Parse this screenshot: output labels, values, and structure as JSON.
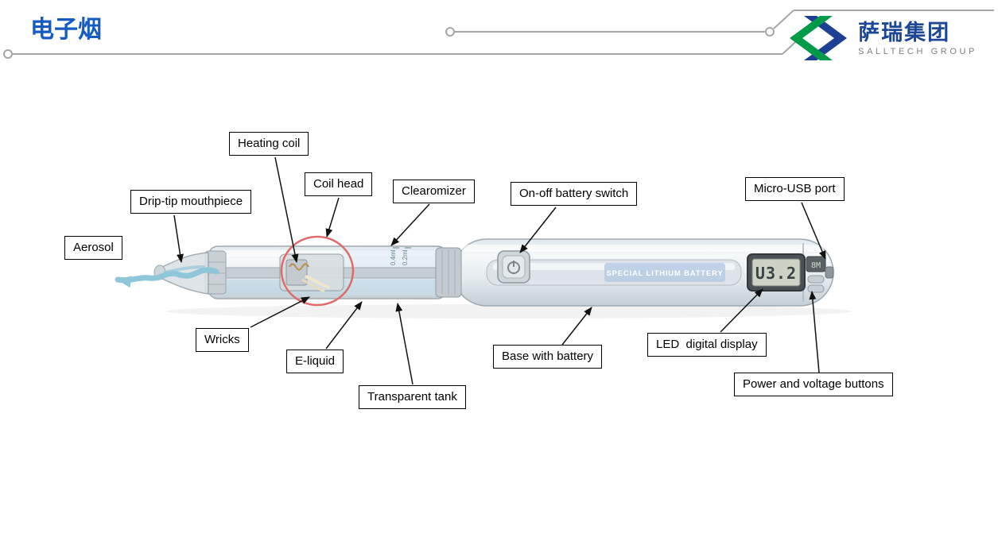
{
  "slide": {
    "title": "电子烟"
  },
  "logo": {
    "company_cn": "萨瑞集团",
    "company_en": "SALLTECH GROUP"
  },
  "labels": {
    "heating_coil": "Heating coil",
    "coil_head": "Coil head",
    "clearomizer": "Clearomizer",
    "on_off": "On-off battery switch",
    "micro_usb": "Micro-USB port",
    "drip_tip": "Drip-tip mouthpiece",
    "aerosol": "Aerosol",
    "wricks": "Wricks",
    "e_liquid": "E-liquid",
    "transparent_tank": "Transparent tank",
    "base_battery": "Base with battery",
    "led_display": "LED  digital display",
    "power_voltage": "Power and voltage buttons"
  },
  "device": {
    "battery_text": "SPECIAL LITHIUM BATTERY",
    "display_value": "U3.2",
    "side_display_value": "8M",
    "tank_scale": [
      "0.4ml",
      "0.2ml"
    ]
  },
  "icons": {
    "power_switch": "power-icon",
    "aerosol_arrow": "wavy-arrow-left-icon",
    "logo_mark": "salltech-logo-icon"
  },
  "colors": {
    "title_blue": "#155bc2",
    "logo_blue": "#1c4795",
    "logo_green": "#009b48",
    "highlight_red": "#e06a6a",
    "aerosol_blue": "#8ec6da",
    "deco_gray": "#a6a6a6",
    "label_border": "#000000"
  }
}
